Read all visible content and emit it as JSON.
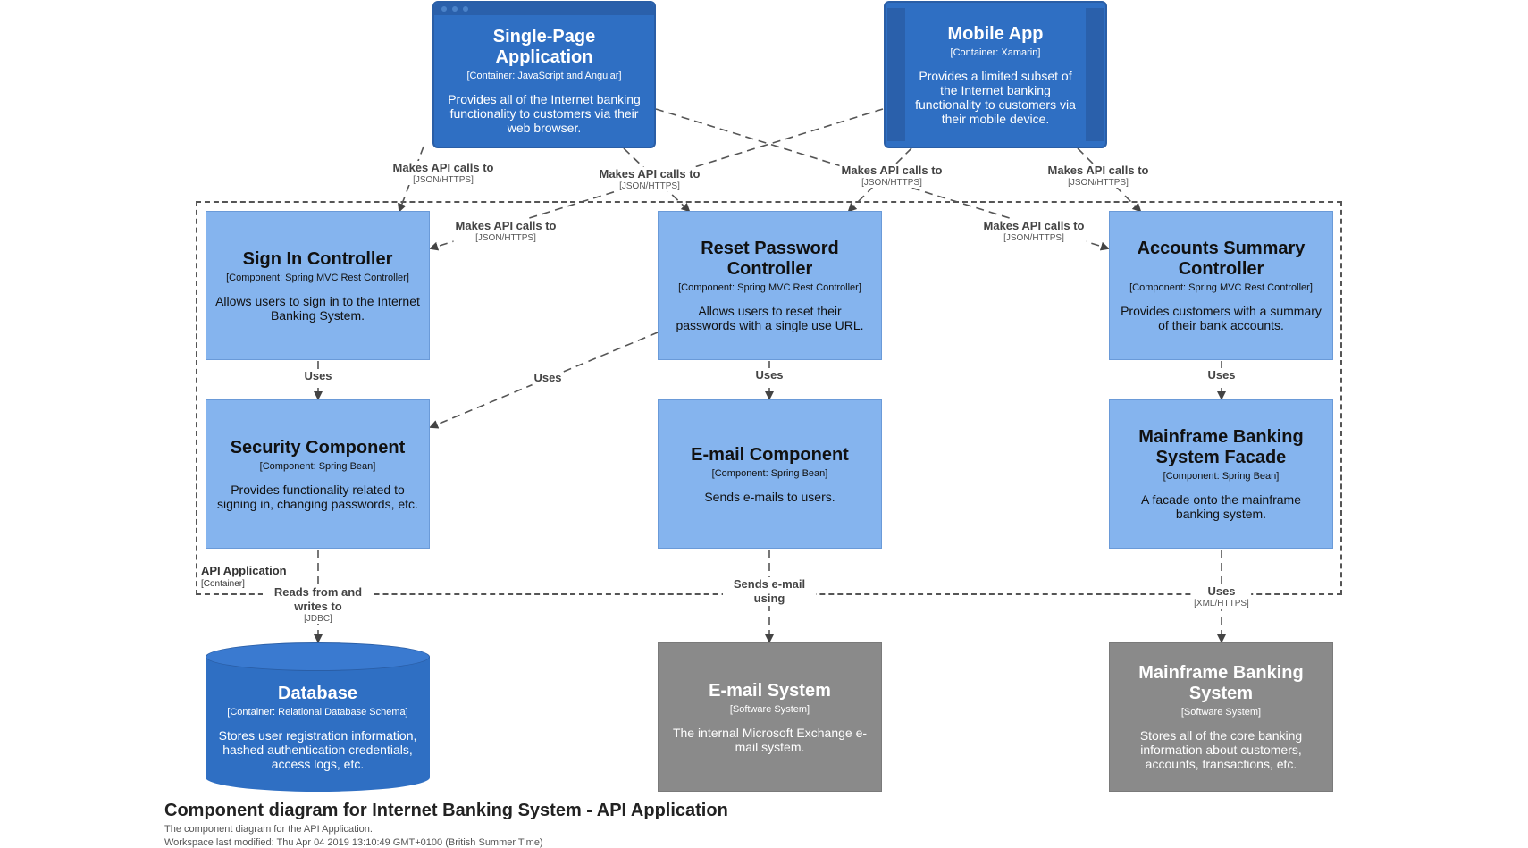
{
  "title": "Component diagram for Internet Banking System - API Application",
  "subtitle": "The component diagram for the API Application.",
  "modified": "Workspace last modified: Thu Apr 04 2019 13:10:49 GMT+0100 (British Summer Time)",
  "boundary": {
    "name": "API Application",
    "type": "[Container]"
  },
  "nodes": {
    "spa": {
      "title": "Single-Page Application",
      "type": "[Container: JavaScript and Angular]",
      "desc": "Provides all of the Internet banking functionality to customers via their web browser."
    },
    "mobile": {
      "title": "Mobile App",
      "type": "[Container: Xamarin]",
      "desc": "Provides a limited subset of the Internet banking functionality to customers via their mobile device."
    },
    "signin": {
      "title": "Sign In Controller",
      "type": "[Component: Spring MVC Rest Controller]",
      "desc": "Allows users to sign in to the Internet Banking System."
    },
    "reset": {
      "title": "Reset Password Controller",
      "type": "[Component: Spring MVC Rest Controller]",
      "desc": "Allows users to reset their passwords with a single use URL."
    },
    "accounts": {
      "title": "Accounts Summary Controller",
      "type": "[Component: Spring MVC Rest Controller]",
      "desc": "Provides customers with a summary of their bank accounts."
    },
    "security": {
      "title": "Security Component",
      "type": "[Component: Spring Bean]",
      "desc": "Provides functionality related to signing in, changing passwords, etc."
    },
    "email": {
      "title": "E-mail Component",
      "type": "[Component: Spring Bean]",
      "desc": "Sends e-mails to users."
    },
    "facade": {
      "title": "Mainframe Banking System Facade",
      "type": "[Component: Spring Bean]",
      "desc": "A facade onto the mainframe banking system."
    },
    "database": {
      "title": "Database",
      "type": "[Container: Relational Database Schema]",
      "desc": "Stores user registration information, hashed authentication credentials, access logs, etc."
    },
    "emailsys": {
      "title": "E-mail System",
      "type": "[Software System]",
      "desc": "The internal Microsoft Exchange e-mail system."
    },
    "mainframe": {
      "title": "Mainframe Banking System",
      "type": "[Software System]",
      "desc": "Stores all of the core banking information about customers, accounts, transactions, etc."
    }
  },
  "relations": {
    "spa_signin": {
      "label": "Makes API calls to",
      "tech": "[JSON/HTTPS]"
    },
    "spa_reset": {
      "label": "Makes API calls to",
      "tech": "[JSON/HTTPS]"
    },
    "mobile_reset": {
      "label": "Makes API calls to",
      "tech": "[JSON/HTTPS]"
    },
    "mobile_accounts": {
      "label": "Makes API calls to",
      "tech": "[JSON/HTTPS]"
    },
    "mobile_signin": {
      "label": "Makes API calls to",
      "tech": "[JSON/HTTPS]"
    },
    "spa_accounts": {
      "label": "Makes API calls to",
      "tech": "[JSON/HTTPS]"
    },
    "signin_security": {
      "label": "Uses"
    },
    "reset_security": {
      "label": "Uses"
    },
    "reset_email": {
      "label": "Uses"
    },
    "accounts_facade": {
      "label": "Uses"
    },
    "security_db": {
      "label": "Reads from and writes to",
      "tech": "[JDBC]"
    },
    "email_emailsys": {
      "label": "Sends e-mail using"
    },
    "facade_mainframe": {
      "label": "Uses",
      "tech": "[XML/HTTPS]"
    }
  }
}
